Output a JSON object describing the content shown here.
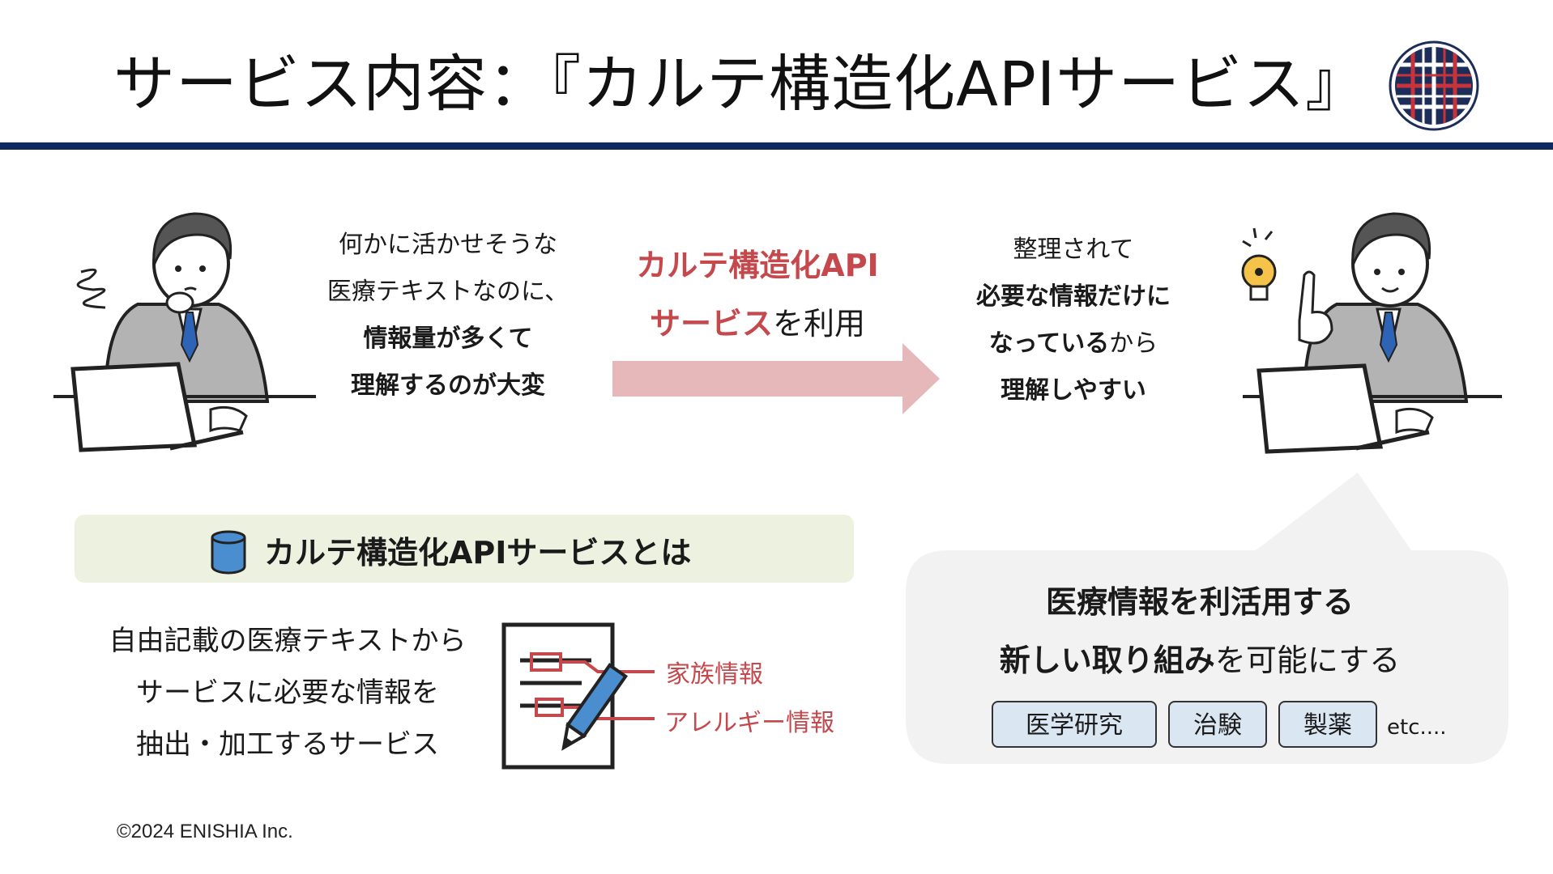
{
  "slide": {
    "title": "サービス内容：『カルテ構造化APIサービス』",
    "copyright": "©2024 ENISHIA Inc."
  },
  "before": {
    "line1": "何かに活かせそうな",
    "line2": "医療テキストなのに、",
    "line3": "情報量が多くて",
    "line4": "理解するのが大変"
  },
  "middle": {
    "line1": "カルテ構造化API",
    "line2_highlight": "サービス",
    "line2_rest": "を利用"
  },
  "after": {
    "line1": "整理されて",
    "line2": "必要な情報だけに",
    "line3_bold": "なっている",
    "line3_rest": "から",
    "line4": "理解しやすい"
  },
  "definition": {
    "title": "カルテ構造化APIサービスとは",
    "desc_line1": "自由記載の医療テキストから",
    "desc_line2": "サービスに必要な情報を",
    "desc_line3": "抽出・加工するサービス",
    "tag1": "家族情報",
    "tag2": "アレルギー情報"
  },
  "bubble": {
    "line1": "医療情報を利活用する",
    "line2_bold": "新しい取り組み",
    "line2_rest": "を可能にする",
    "chips": [
      "医学研究",
      "治験",
      "製薬"
    ],
    "etc": "etc...."
  },
  "colors": {
    "accent_red": "#c5484d",
    "navy": "#0f2a5e",
    "arrow_pink": "#e6b8b9",
    "def_bg": "#edf1e0",
    "chip_bg": "#dbe6f3",
    "bubble_bg": "#f2f2f2"
  },
  "icons": [
    "logo-emblem",
    "database-icon",
    "document-pen-icon",
    "lightbulb-icon",
    "confused-scribble-icon"
  ]
}
